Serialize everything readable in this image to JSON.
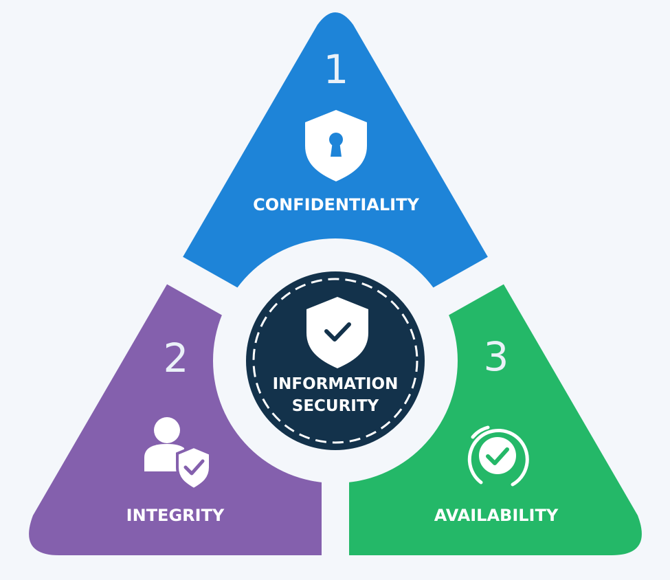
{
  "colors": {
    "background": "#f4f7fb",
    "confidentiality": "#1e84d8",
    "integrity": "#8460ad",
    "availability": "#24b868",
    "center": "#13324b",
    "number_text": "#eaf1f8",
    "label_text": "#ffffff"
  },
  "segments": {
    "confidentiality": {
      "number": "1",
      "label": "CONFIDENTIALITY",
      "icon": "shield-keyhole-icon"
    },
    "integrity": {
      "number": "2",
      "label": "INTEGRITY",
      "icon": "user-shield-check-icon"
    },
    "availability": {
      "number": "3",
      "label": "AVAILABILITY",
      "icon": "circular-check-icon"
    }
  },
  "center": {
    "line1": "INFORMATION",
    "line2": "SECURITY",
    "icon": "shield-check-icon"
  }
}
